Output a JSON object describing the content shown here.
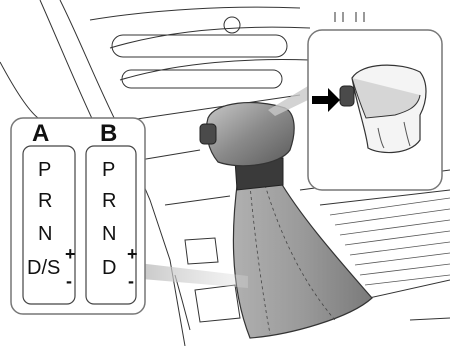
{
  "panels": [
    {
      "label": "A",
      "positions": [
        "P",
        "R",
        "N",
        "D/S"
      ],
      "plus": "+",
      "minus": "-"
    },
    {
      "label": "B",
      "positions": [
        "P",
        "R",
        "N",
        "D"
      ],
      "plus": "+",
      "minus": "-"
    }
  ]
}
